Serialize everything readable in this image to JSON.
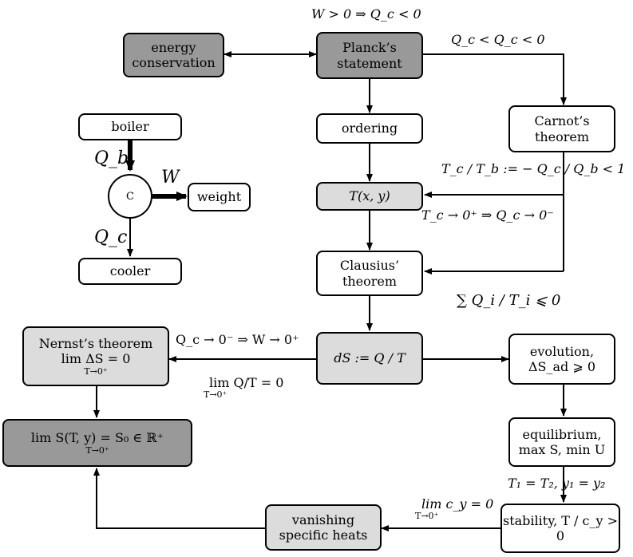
{
  "nodes": {
    "energy_conservation": [
      "energy",
      "conservation"
    ],
    "plancks_statement": [
      "Planck’s",
      "statement"
    ],
    "ordering": "ordering",
    "carnots_theorem": [
      "Carnot’s",
      "theorem"
    ],
    "txy": "T(x, y)",
    "clausius_theorem": [
      "Clausius’",
      "theorem"
    ],
    "dS_def": "dS := Q / T",
    "nernst_theorem": [
      "Nernst’s theorem",
      "lim ΔS = 0",
      "T→0⁺"
    ],
    "third_law": "lim S(T, y) = S₀ ∈ ℝ⁺",
    "third_law_sub": "T→0⁺",
    "evolution": [
      "evolution,",
      "ΔS_ad ⩾ 0"
    ],
    "equilibrium": [
      "equilibrium,",
      "max S, min U"
    ],
    "stability": "stability, T / c_y > 0",
    "vanishing_heats": [
      "vanishing",
      "specific heats"
    ],
    "boiler": "boiler",
    "cooler": "cooler",
    "weight": "weight",
    "engine": "C"
  },
  "edge_labels": {
    "top": "W > 0 ⇒ Q_c < 0",
    "planck_carnot": "Q_c < Q_c < 0",
    "carnot_ratio": "T_c / T_b := − Q_c / Q_b < 1",
    "limit_zero": "T_c → 0⁺ ⇒ Q_c → 0⁻",
    "clausius_sum": "∑ Q_i / T_i ⩽ 0",
    "nernst_arrow": "Q_c → 0⁻ ⇒ W → 0⁺",
    "nernst_limit": "lim Q/T = 0",
    "nernst_limit_sub": "T→0⁺",
    "equal_TY": "T₁ = T₂, y₁ = y₂",
    "cy_limit": "lim c_y = 0",
    "cy_limit_sub": "T→0⁺",
    "Qb": "Q_b",
    "Qc": "Q_c",
    "W": "W"
  },
  "colors": {
    "dark_fill": "#999999",
    "light_fill": "#dcdcdc",
    "white_fill": "#ffffff",
    "stroke": "#000000"
  }
}
